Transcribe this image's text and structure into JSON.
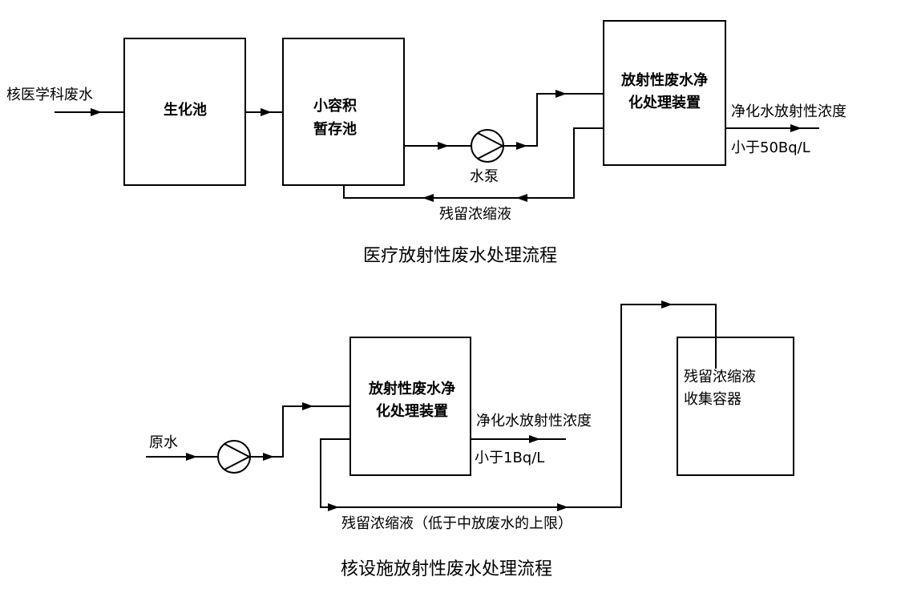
{
  "diagram1": {
    "input_label": "核医学科废水",
    "tank1": "生化池",
    "tank2_line1": "小容积",
    "tank2_line2": "暂存池",
    "pump_label": "水泵",
    "device_line1": "放射性废水净",
    "device_line2": "化处理装置",
    "output_label": "净化水放射性浓度",
    "output_limit": "小于50Bq/L",
    "return_label": "残留浓缩液",
    "caption": "医疗放射性废水处理流程"
  },
  "diagram2": {
    "input_label": "原水",
    "device_line1": "放射性废水净",
    "device_line2": "化处理装置",
    "output_label": "净化水放射性浓度",
    "output_limit": "小于1Bq/L",
    "collector_line1": "残留浓缩液",
    "collector_line2": "收集容器",
    "return_label": "残留浓缩液（低于中放废水的上限）",
    "caption": "核设施放射性废水处理流程"
  }
}
